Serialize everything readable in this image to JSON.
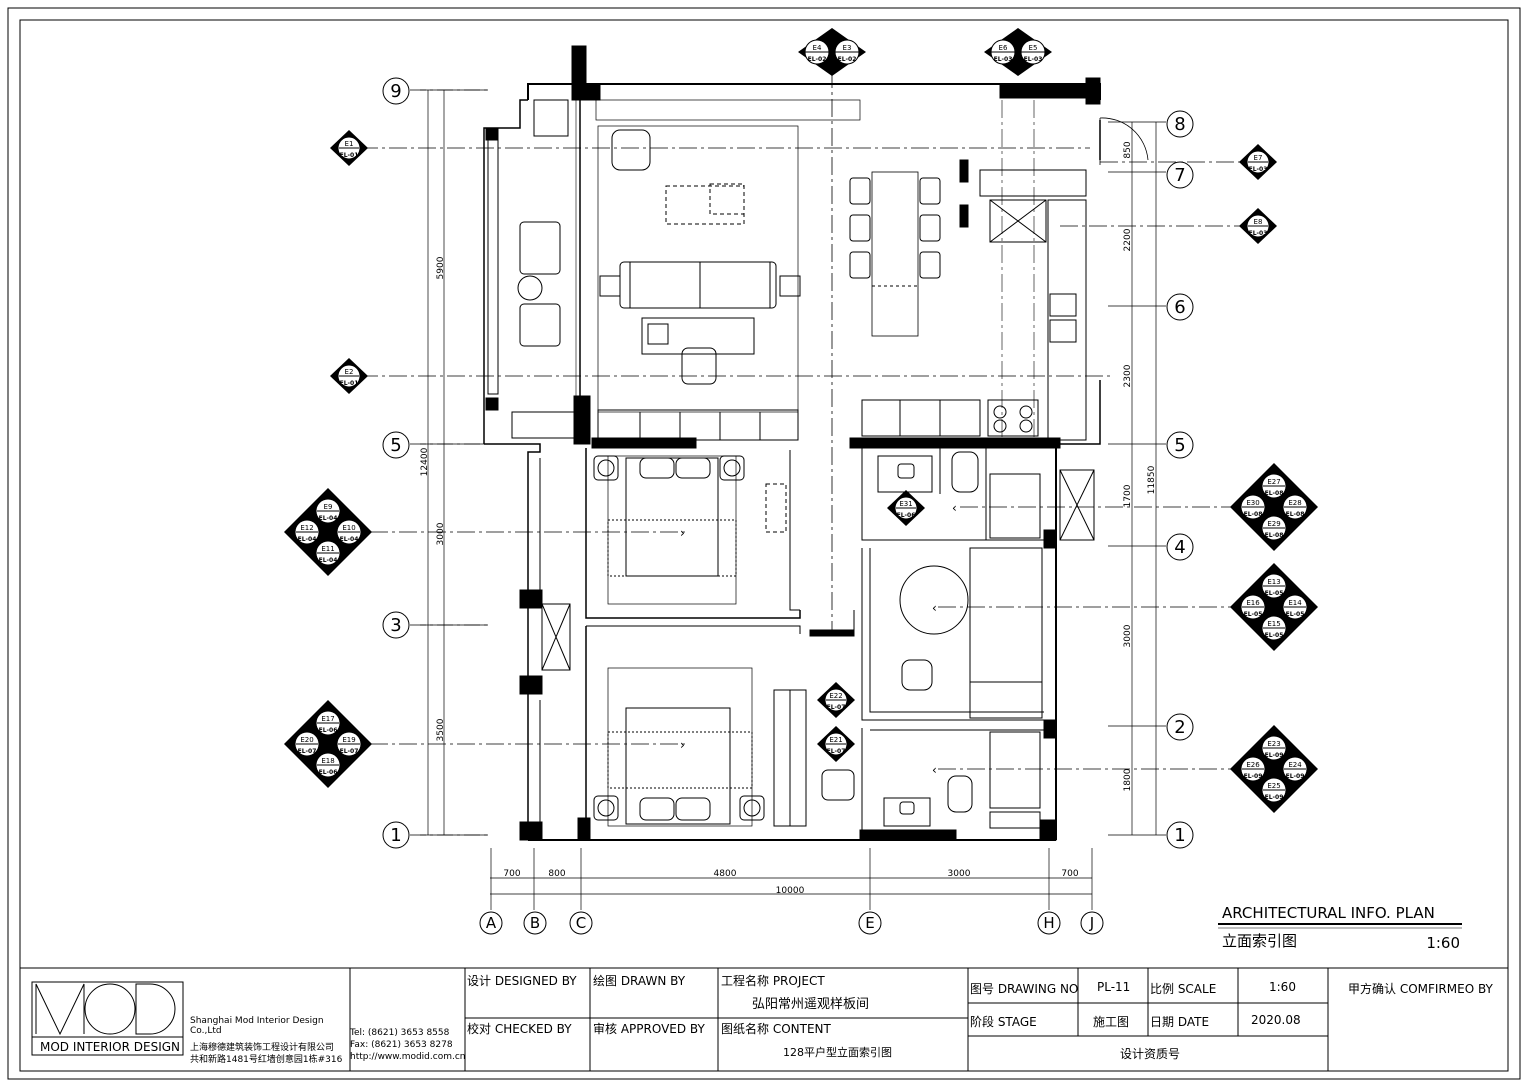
{
  "title": {
    "main": "ARCHITECTURAL INFO. PLAN",
    "sub": "立面索引图",
    "scale": "1:60"
  },
  "grid": {
    "rows": [
      "9",
      "8",
      "7",
      "6",
      "5",
      "5",
      "4",
      "3",
      "2",
      "1",
      "1"
    ],
    "cols": [
      "A",
      "B",
      "C",
      "E",
      "H",
      "J"
    ]
  },
  "dims": {
    "bottom": [
      "700",
      "800",
      "4800",
      "3000",
      "700"
    ],
    "total": "10000",
    "left": [
      "5900",
      "3000",
      "3500",
      "12400"
    ],
    "right": [
      "850",
      "2200",
      "2300",
      "1700",
      "3000",
      "1800",
      "11850"
    ]
  },
  "markers": {
    "top": [
      {
        "a": "E4",
        "b": "E3",
        "c": "EL-02",
        "d": "EL-02"
      },
      {
        "a": "E6",
        "b": "E5",
        "c": "EL-03",
        "d": "EL-03"
      }
    ],
    "single": [
      {
        "a": "E1",
        "b": "EL-01"
      },
      {
        "a": "E2",
        "b": "EL-01"
      },
      {
        "a": "E7",
        "b": "EL-03"
      },
      {
        "a": "E8",
        "b": "EL-03"
      },
      {
        "a": "E31",
        "b": "EL-06"
      },
      {
        "a": "E22",
        "b": "EL-07"
      },
      {
        "a": "E21",
        "b": "EL-07"
      }
    ],
    "quad": [
      {
        "t": "E9",
        "tl": "EL-04",
        "l": "E12",
        "ll": "EL-04",
        "r": "E10",
        "rl": "EL-04",
        "b": "E11",
        "bl": "EL-04"
      },
      {
        "t": "E17",
        "tl": "EL-06",
        "l": "E20",
        "ll": "EL-07",
        "r": "E19",
        "rl": "EL-07",
        "b": "E18",
        "bl": "EL-06"
      },
      {
        "t": "E27",
        "tl": "EL-08",
        "l": "E30",
        "ll": "EL-08",
        "r": "E28",
        "rl": "EL-08",
        "b": "E29",
        "bl": "EL-08"
      },
      {
        "t": "E13",
        "tl": "EL-05",
        "l": "E16",
        "ll": "EL-05",
        "r": "E14",
        "rl": "EL-05",
        "b": "E15",
        "bl": "EL-05"
      },
      {
        "t": "E23",
        "tl": "EL-09",
        "l": "E26",
        "ll": "EL-09",
        "r": "E24",
        "rl": "EL-09",
        "b": "E25",
        "bl": "EL-09"
      }
    ]
  },
  "titleblock": {
    "logo": "MOD",
    "brand": "MOD INTERIOR DESIGN",
    "company_en": "Shanghai Mod Interior Design Co.,Ltd",
    "company_cn": "上海穆德建筑装饰工程设计有限公司",
    "address": "共和新路1481号红墙创意园1栋#316",
    "tel": "Tel:  (8621) 3653 8558",
    "fax": "Fax: (8621) 3653 8278",
    "web": "http://www.modid.com.cn",
    "designed_by": "设计 DESIGNED BY",
    "drawn_by": "绘图 DRAWN BY",
    "checked_by": "校对 CHECKED BY",
    "approved_by": "审核 APPROVED BY",
    "project_label": "工程名称 PROJECT",
    "project_value": "弘阳常州遥观样板间",
    "content_label": "图纸名称 CONTENT",
    "content_value": "128平户型立面索引图",
    "drawing_no_label": "图号 DRAWING NO",
    "drawing_no_value": "PL-11",
    "scale_label": "比例 SCALE",
    "scale_value": "1:60",
    "stage_label": "阶段 STAGE",
    "stage_value": "施工图",
    "date_label": "日期 DATE",
    "date_value": "2020.08",
    "qual_label": "设计资质号",
    "confirm_label": "甲方确认 COMFIRMEO BY"
  }
}
